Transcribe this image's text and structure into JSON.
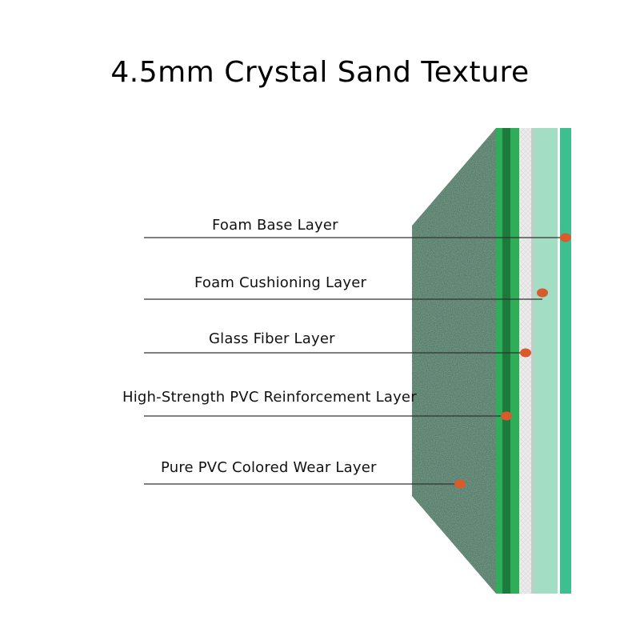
{
  "title": "4.5mm Crystal Sand Texture",
  "layers": [
    {
      "name": "Foam Base Layer",
      "color": "#3dbf8f"
    },
    {
      "name": "Foam Cushioning Layer",
      "color": "#a3ddc4"
    },
    {
      "name": "Glass Fiber Layer",
      "color": "#ececec"
    },
    {
      "name": "High-Strength PVC Reinforcement Layer",
      "color": "#1e7a3c"
    },
    {
      "name": "Pure PVC Colored Wear Layer",
      "color": "#2a6e53"
    }
  ],
  "marker_color": "#d95a2b",
  "leader_line_color": "#333333"
}
